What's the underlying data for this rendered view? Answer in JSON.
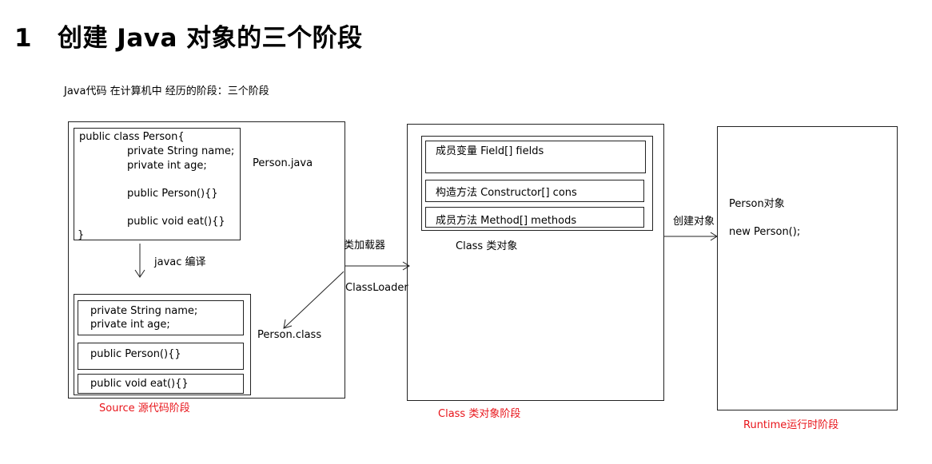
{
  "heading": {
    "number": "1",
    "text": "创建 Java 对象的三个阶段"
  },
  "subtitle": "Java代码 在计算机中 经历的阶段：三个阶段",
  "source_stage": {
    "code_lines": [
      "public class Person{",
      "private String name;",
      "private int age;",
      "public Person(){}",
      "public void eat(){}",
      "}"
    ],
    "file_name": "Person.java",
    "compile_label": "javac 编译",
    "class_members": {
      "fields": [
        "private String name;",
        "private int age;"
      ],
      "constructor": "public Person(){}",
      "method": "public void eat(){}"
    },
    "class_file": "Person.class",
    "caption": "Source 源代码阶段"
  },
  "loader": {
    "label_cn": "类加载器",
    "label_en": "ClassLoader"
  },
  "class_stage": {
    "fields": "成员变量  Field[] fields",
    "constructors": "构造方法  Constructor[] cons",
    "methods": "成员方法 Method[] methods",
    "object_label": "Class 类对象",
    "caption": "Class 类对象阶段"
  },
  "create_label": "创建对象",
  "runtime_stage": {
    "object_label": "Person对象",
    "new_expr": "new Person();",
    "caption": "Runtime运行时阶段"
  },
  "colors": {
    "caption": "#e8141a",
    "line": "#222222"
  }
}
